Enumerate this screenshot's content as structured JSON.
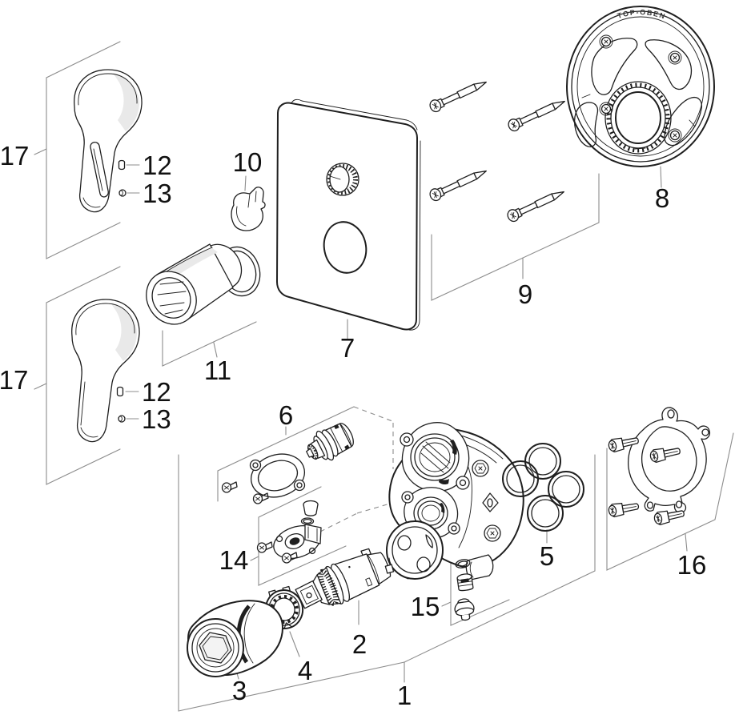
{
  "callouts": {
    "c1": "1",
    "c2": "2",
    "c3": "3",
    "c4": "4",
    "c5": "5",
    "c6": "6",
    "c7": "7",
    "c8": "8",
    "c9": "9",
    "c10": "10",
    "c11": "11",
    "c12a": "12",
    "c12b": "12",
    "c13a": "13",
    "c13b": "13",
    "c14": "14",
    "c15": "15",
    "c16": "16",
    "c17a": "17",
    "c17b": "17"
  },
  "ring": {
    "embossed_text": "TOP-OBEN"
  }
}
